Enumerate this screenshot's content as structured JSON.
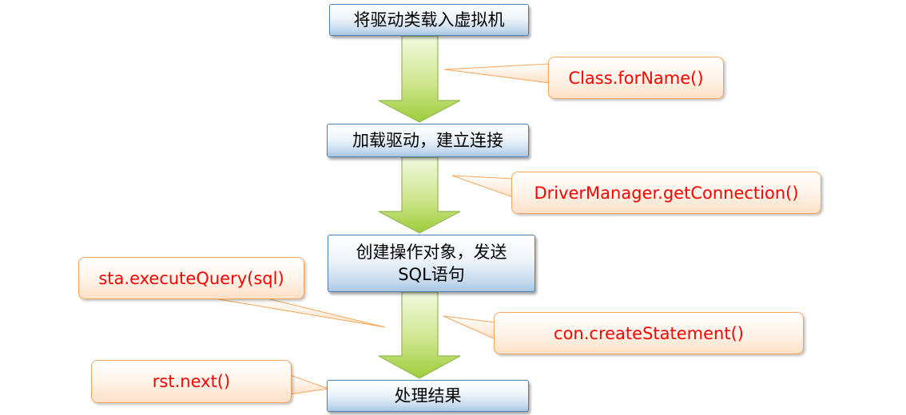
{
  "steps": [
    {
      "label": "将驱动类载入虚拟机"
    },
    {
      "label": "加载驱动，建立连接"
    },
    {
      "label": "创建操作对象，发送\nSQL语句"
    },
    {
      "label": "处理结果"
    }
  ],
  "callouts": [
    {
      "text": "Class.forName()"
    },
    {
      "text": "DriverManager.getConnection()"
    },
    {
      "text": "sta.executeQuery(sql)"
    },
    {
      "text": "con.createStatement()"
    },
    {
      "text": "rst.next()"
    }
  ],
  "colors": {
    "step_border": "#4f7fab",
    "step_fill_bottom": "#a9c6e2",
    "arrow_fill_top": "#f2f9e0",
    "arrow_fill_bottom": "#9ccd3a",
    "arrow_stroke": "#95b851",
    "callout_border": "#f5a65c",
    "callout_text": "#ff0000"
  }
}
